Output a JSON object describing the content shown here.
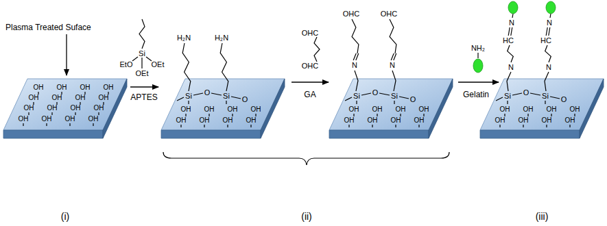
{
  "diagram": {
    "labels": [
      "Plasma Treated Suface",
      "OH",
      "OH",
      "OH",
      "OH",
      "OH",
      "OH",
      "OH",
      "OH",
      "OH",
      "OH",
      "OH",
      "OH",
      "OH",
      "OH",
      "OH",
      "OH",
      "Si",
      "EtO",
      "OEt",
      "OEt",
      "APTES",
      "H₂N",
      "H₂N",
      "Si",
      "O",
      "Si",
      "O",
      "OH",
      "OH",
      "OH",
      "OH",
      "OH",
      "OH",
      "OH",
      "OH",
      "OHC",
      "OHC",
      "GA",
      "OHC",
      "OHC",
      "N",
      "N",
      "Si",
      "O",
      "Si",
      "O",
      "OH",
      "OH",
      "OH",
      "OH",
      "OH",
      "OH",
      "OH",
      "OH",
      "NH₂",
      "Gelatin",
      "N",
      "N",
      "HC",
      "HC",
      "N",
      "N",
      "Si",
      "O",
      "Si",
      "O",
      "OH",
      "OH",
      "OH",
      "OH",
      "OH",
      "OH",
      "OH",
      "OH",
      "(i)",
      "(ii)",
      "(iii)"
    ]
  }
}
